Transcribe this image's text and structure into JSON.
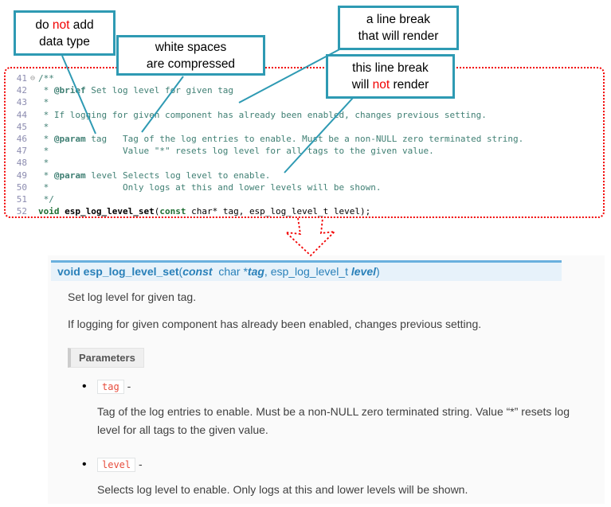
{
  "colors": {
    "callout_border": "#2e9ab3",
    "red_accent": "#f10000",
    "dotted_border_red": "#f20000",
    "signature_bg": "#e7f2fa",
    "signature_border": "#6ab0de",
    "signature_text": "#2980b9",
    "comment_text": "#3f7f73",
    "keyword_text": "#1e6f34",
    "inline_code_red": "#e74c3c",
    "docs_bg": "#fafafa"
  },
  "callouts": {
    "no_datatype": {
      "l1a": "do ",
      "l1b": "not",
      "l1c": " add",
      "l2": "data type"
    },
    "whitespace": {
      "l1": "white spaces",
      "l2": "are  compressed"
    },
    "break_render": {
      "l1": "a line break",
      "l2": "that will render"
    },
    "break_no_render": {
      "l1": "this line break",
      "l2a": "will ",
      "l2b": "not",
      "l2c": " render"
    }
  },
  "editor": {
    "lines": [
      {
        "num": "41",
        "fold": "⊖",
        "text": "/**"
      },
      {
        "num": "42",
        "pre": " * ",
        "tag": "@brief",
        "rest": " Set log level for given tag"
      },
      {
        "num": "43",
        "text": " *"
      },
      {
        "num": "44",
        "text": " * If logging for given component has already been enabled, changes previous setting."
      },
      {
        "num": "45",
        "text": " *"
      },
      {
        "num": "46",
        "pre": " * ",
        "tag": "@param",
        "rest": " tag   Tag of the log entries to enable. Must be a non-NULL zero terminated string."
      },
      {
        "num": "47",
        "text": " *              Value \"*\" resets log level for all tags to the given value."
      },
      {
        "num": "48",
        "text": " *"
      },
      {
        "num": "49",
        "pre": " * ",
        "tag": "@param",
        "rest": " level Selects log level to enable."
      },
      {
        "num": "50",
        "text": " *              Only logs at this and lower levels will be shown."
      },
      {
        "num": "51",
        "text": " */"
      }
    ],
    "line52": {
      "num": "52",
      "kw1": "void",
      "name": " esp_log_level_set",
      "p1": "(",
      "kw2": "const",
      "rest": " char* tag, esp_log_level_t level);"
    }
  },
  "docs": {
    "signature": {
      "ret": "void",
      "name": " esp_log_level_set",
      "open": "(",
      "const_kw": "const",
      "ptr": "  char *",
      "arg1": "tag",
      "comma": ", ",
      "type": "esp_log_level_t ",
      "arg2": "level",
      "close": ")"
    },
    "p1": "Set log level for given tag.",
    "p2": "If logging for given component has already been enabled, changes previous setting.",
    "params_label": "Parameters",
    "params": [
      {
        "name": "tag",
        "dash": " -",
        "desc": "Tag of the log entries to enable. Must be a non-NULL zero terminated string. Value “*” resets log level for all tags to the given value."
      },
      {
        "name": "level",
        "dash": " -",
        "desc": "Selects log level to enable. Only logs at this and lower levels will be shown."
      }
    ]
  }
}
